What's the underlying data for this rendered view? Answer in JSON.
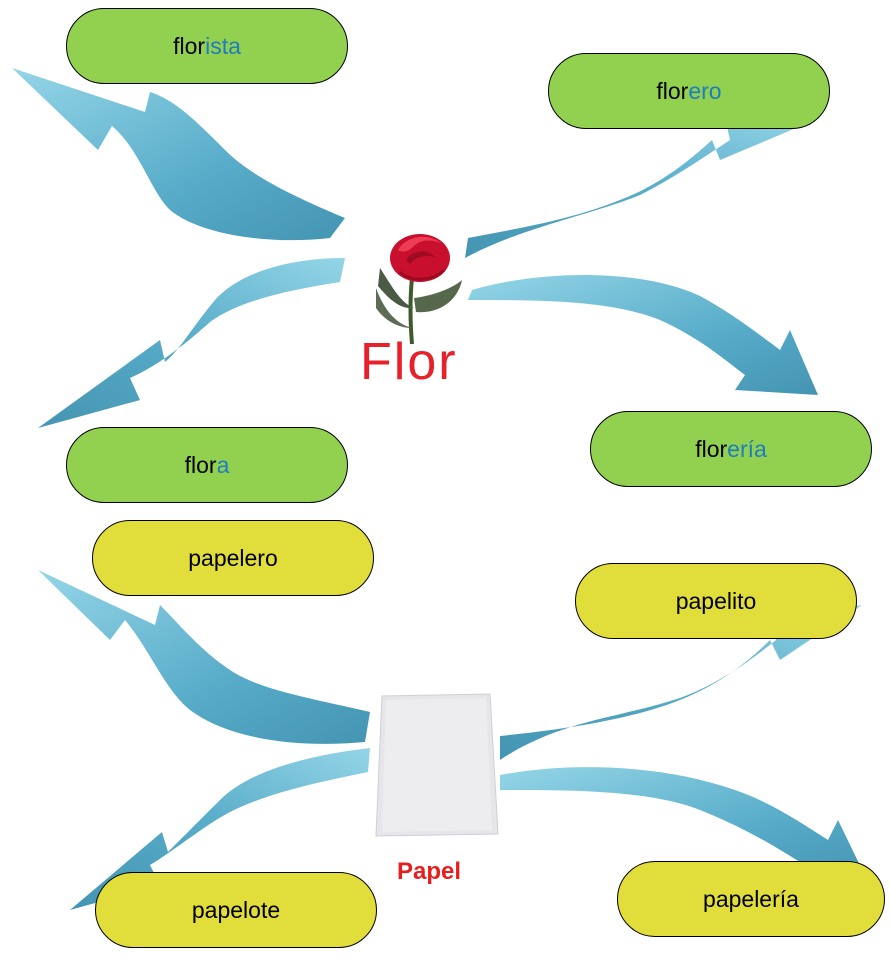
{
  "flor": {
    "title": "Flor",
    "words": {
      "florista": {
        "root": "flor",
        "suffix": "ista"
      },
      "florero": {
        "root": "flor",
        "suffix": "ero"
      },
      "flora": {
        "root": "flor",
        "suffix": "a"
      },
      "floreria": {
        "root": "flor",
        "suffix": "ería"
      }
    }
  },
  "papel": {
    "title": "Papel",
    "words": {
      "papelero": "papelero",
      "papelito": "papelito",
      "papelote": "papelote",
      "papeleria": "papelería"
    }
  },
  "colors": {
    "green_pill": "#92d050",
    "yellow_pill": "#e1dd3a",
    "suffix_text": "#1e7cc0",
    "arrow": "#5fb5d0",
    "title_red": "#e8202a"
  },
  "icons": [
    "rose-icon",
    "paper-sheet-icon"
  ]
}
